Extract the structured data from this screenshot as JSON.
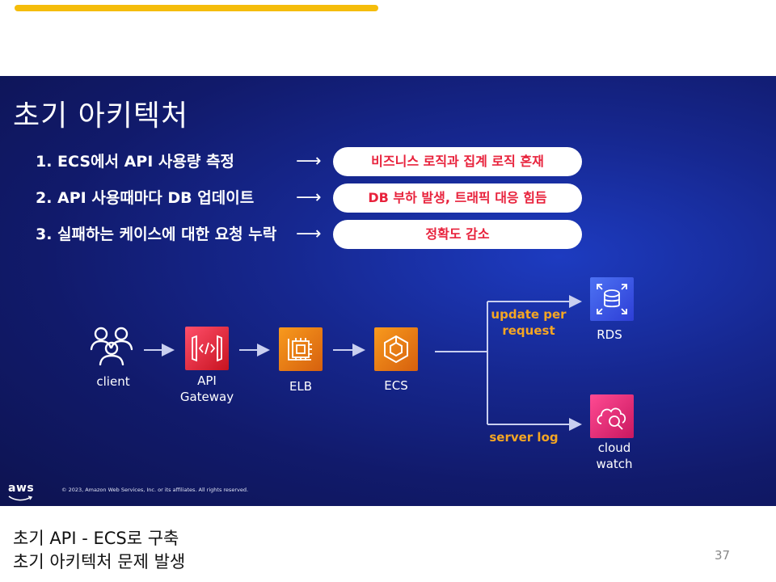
{
  "slide": {
    "title": "초기 아키텍처",
    "issues": [
      {
        "problem": "1. ECS에서 API 사용량 측정",
        "arrow": "⟶",
        "consequence": "비즈니스 로직과 집계 로직 혼재"
      },
      {
        "problem": "2. API 사용때마다 DB 업데이트",
        "arrow": "⟶",
        "consequence": "DB 부하 발생, 트래픽 대응 힘듬"
      },
      {
        "problem": "3. 실패하는 케이스에 대한 요청 누락",
        "arrow": "⟶",
        "consequence": "정확도 감소"
      }
    ],
    "diagram": {
      "nodes": {
        "client": {
          "label": "client",
          "icon": "users-icon"
        },
        "api_gateway": {
          "label": "API\nGateway",
          "icon": "api-gateway-icon"
        },
        "elb": {
          "label": "ELB",
          "icon": "elb-icon"
        },
        "ecs": {
          "label": "ECS",
          "icon": "ecs-icon"
        },
        "rds": {
          "label": "RDS",
          "icon": "rds-icon"
        },
        "cloudwatch": {
          "label": "cloud\nwatch",
          "icon": "cloudwatch-icon"
        }
      },
      "edges": {
        "update_label": "update per\nrequest",
        "log_label": "server log"
      }
    },
    "footer": {
      "logo_text": "aws",
      "copyright": "© 2023, Amazon Web Services, Inc. or its affiliates. All rights reserved."
    }
  },
  "notes": {
    "line1": "초기 API - ECS로 구축",
    "line2": "초기 아키텍처 문제 발생"
  },
  "page_number": "37",
  "colors": {
    "accent_bar": "#f5bd0b",
    "slide_background": "#16278f",
    "pill_text": "#e8223c",
    "edge_label": "#f5a623"
  }
}
